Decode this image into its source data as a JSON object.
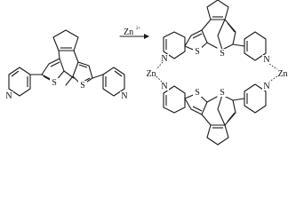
{
  "reagent": {
    "metal": "Zn",
    "charge": "2+"
  },
  "atoms": {
    "sulfur": "S",
    "nitrogen": "N",
    "zinc": "Zn"
  }
}
